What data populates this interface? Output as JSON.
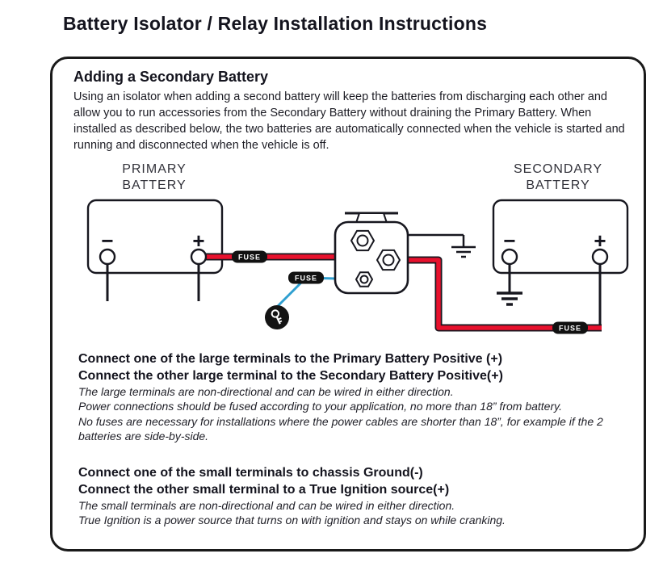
{
  "page": {
    "title": "Battery Isolator / Relay Installation Instructions"
  },
  "panel": {
    "heading": "Adding a Secondary Battery",
    "intro": "Using an isolator when adding a second battery will keep the batteries from discharging each other and allow you to run accessories from the Secondary Battery without draining the Primary Battery. When installed as described below, the two batteries are automatically connected when the vehicle is started and running and disconnected when the vehicle is off."
  },
  "diagram": {
    "labels": {
      "primary_line1": "PRIMARY",
      "primary_line2": "BATTERY",
      "secondary_line1": "SECONDARY",
      "secondary_line2": "BATTERY",
      "fuse": "FUSE",
      "minus": "−",
      "plus": "+"
    },
    "colors": {
      "power_wire": "#e8112d",
      "ignition_wire": "#2f9fd0",
      "ground_wire": "#17171f"
    }
  },
  "instructions": {
    "large": {
      "bold": [
        "Connect one of the large terminals to the Primary Battery Positive (+)",
        "Connect the other large terminal to the Secondary Battery Positive(+)"
      ],
      "italic": [
        "The large terminals are non-directional and can be wired in either direction.",
        "Power connections should be fused according to your application, no more than 18” from battery.",
        "No fuses are necessary for installations where the power cables are shorter than 18”, for example if the 2 batteries are side-by-side."
      ]
    },
    "small": {
      "bold": [
        "Connect one of the small terminals to chassis Ground(-)",
        "Connect the other small terminal to a True Ignition source(+)"
      ],
      "italic": [
        "The small terminals are non-directional and can be wired in either direction.",
        "True Ignition is a power source that turns on with ignition and stays on while cranking."
      ]
    }
  }
}
